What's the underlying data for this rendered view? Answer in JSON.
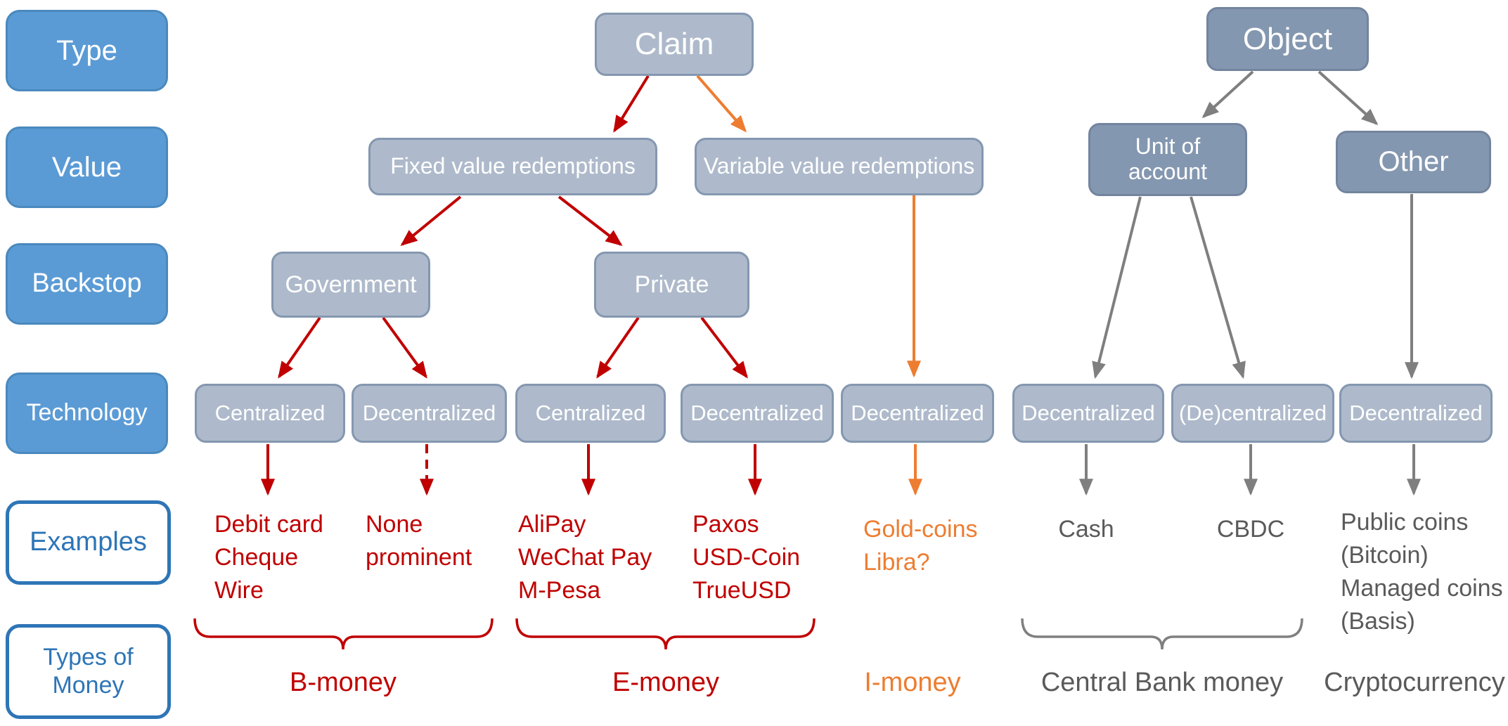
{
  "colors": {
    "row_label_blue": "#5B9BD5",
    "outline_blue": "#2E75B6",
    "node_light": "#AEBACB",
    "node_dark": "#8497B0",
    "claim_branch_red": "#C00000",
    "variable_branch_orange": "#ED7D31",
    "object_branch_gray": "#808080",
    "gray_text": "#5A5A5A"
  },
  "rows": {
    "type": "Type",
    "value": "Value",
    "backstop": "Backstop",
    "technology": "Technology",
    "examples": "Examples",
    "types_of_money": "Types of\nMoney"
  },
  "nodes": {
    "claim": "Claim",
    "object": "Object",
    "fixed": "Fixed value redemptions",
    "variable": "Variable value redemptions",
    "unit_of_account": "Unit of\naccount",
    "other": "Other",
    "government": "Government",
    "private": "Private",
    "tech1": "Centralized",
    "tech2": "Decentralized",
    "tech3": "Centralized",
    "tech4": "Decentralized",
    "tech5": "Decentralized",
    "tech6": "Decentralized",
    "tech7": "(De)centralized",
    "tech8": "Decentralized"
  },
  "examples": {
    "gov_centralized": "Debit card\nCheque\nWire",
    "gov_decentralized": "None\nprominent",
    "private_centralized": "AliPay\nWeChat Pay\nM-Pesa",
    "private_decentralized": "Paxos\nUSD-Coin\nTrueUSD",
    "variable_decentralized": "Gold-coins\nLibra?",
    "uoa_decentralized": "Cash",
    "uoa_de_centralized": "CBDC",
    "other_decentralized": "Public coins\n(Bitcoin)\nManaged coins\n(Basis)"
  },
  "money_types": {
    "b_money": "B-money",
    "e_money": "E-money",
    "i_money": "I-money",
    "central_bank_money": "Central Bank money",
    "cryptocurrency": "Cryptocurrency"
  }
}
